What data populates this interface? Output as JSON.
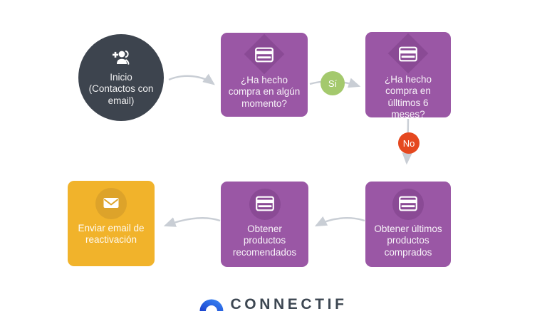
{
  "colors": {
    "background": "#ffffff",
    "node_purple": "#9a57a5",
    "node_purple_badge": "#8a4a95",
    "node_dark": "#3d444e",
    "node_yellow": "#f1b32b",
    "node_yellow_badge": "#dda32a",
    "edge_yes_green": "#a4c96d",
    "edge_no_red": "#e5481f",
    "arrow_gray": "#c9ced5",
    "node_text": "#ffffff",
    "logo_text_color": "#3d4752",
    "logo_blue_start": "#1b41cd",
    "logo_blue_end": "#3b8bf7"
  },
  "nodes": {
    "start": {
      "label": "Inicio\n(Contactos con\nemail)",
      "icon": "add-contact-icon"
    },
    "q1": {
      "label": "¿Ha hecho\ncompra en algún\nmomento?",
      "icon": "credit-card-icon"
    },
    "q2": {
      "label": "¿Ha hecho\ncompra en\núlltimos 6\nmeses?",
      "icon": "credit-card-icon"
    },
    "get_last": {
      "label": "Obtener últimos\nproductos\ncomprados",
      "icon": "credit-card-icon"
    },
    "get_reco": {
      "label": "Obtener productos\nrecomendados",
      "icon": "credit-card-icon"
    },
    "send_email": {
      "label": "Enviar email de\nreactivación",
      "icon": "mail-icon"
    }
  },
  "edges": {
    "yes_label": "Sí",
    "no_label": "No"
  },
  "logo": {
    "text": "CONNECTIF",
    "icon": "connectif-arch-icon"
  }
}
